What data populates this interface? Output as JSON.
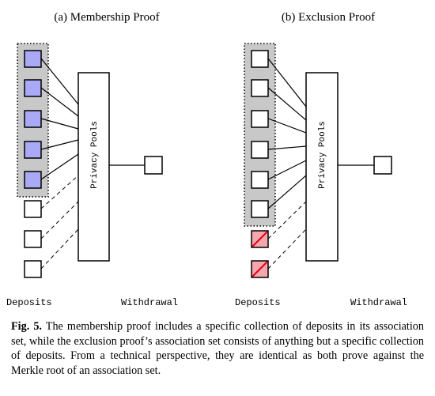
{
  "panels": {
    "membership": {
      "title": "(a) Membership Proof",
      "pool_label": "Privacy Pools",
      "deposits_label": "Deposits",
      "withdrawal_label": "Withdrawal"
    },
    "exclusion": {
      "title": "(b) Exclusion Proof",
      "pool_label": "Privacy Pools",
      "deposits_label": "Deposits",
      "withdrawal_label": "Withdrawal"
    }
  },
  "caption": {
    "label": "Fig. 5.",
    "text": "The membership proof includes a specific collection of deposits in its association set, while the exclusion proof’s association set consists of anything but a specific collection of deposits. From a technical perspective, they are identical as both prove against the Merkle root of an association set."
  },
  "colors": {
    "included_deposit": "#a9a9f5",
    "excluded_deposit": "#f4a8ae",
    "excluded_slash": "#e0001a",
    "association_set_bg": "#c8c8c8"
  }
}
